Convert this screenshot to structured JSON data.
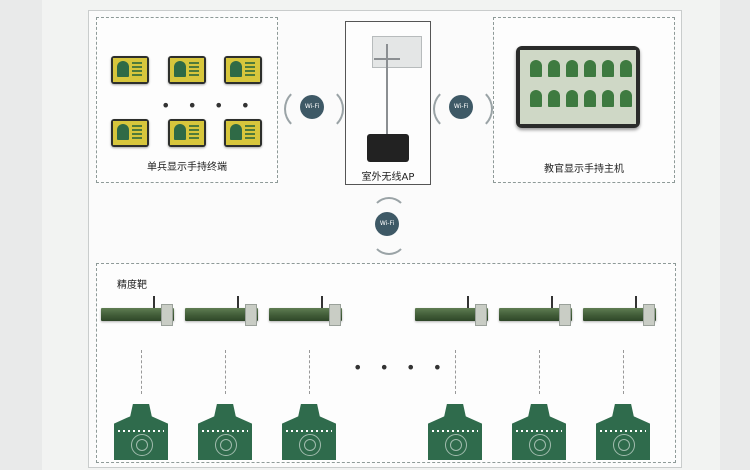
{
  "labels": {
    "soldier_terminals": "单兵显示手持终端",
    "outdoor_ap": "室外无线AP",
    "instructor_host": "教官显示手持主机",
    "precision_targets": "精度靶"
  },
  "wifi_badge_text": "Wi-Fi",
  "dots": "• • • •",
  "colors": {
    "target_green": "#2f6b4c",
    "rail_green": "#3f5a36",
    "wifi_badge": "#3e5966",
    "screen_yellow": "#d7c63c"
  },
  "icons": {
    "wifi_badge": "wifi-icon",
    "wireless_signal": "signal-icon"
  }
}
